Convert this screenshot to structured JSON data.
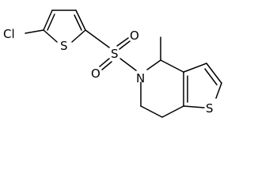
{
  "molecule": {
    "atoms": {
      "cl": "Cl",
      "s_thiophene_left": "S",
      "s_sulfonyl": "S",
      "o_top": "O",
      "o_bottom": "O",
      "n": "N",
      "s_thiophene_right": "S"
    },
    "colors": {
      "bond": "#000000",
      "label": "#000000",
      "background": "#ffffff"
    }
  }
}
